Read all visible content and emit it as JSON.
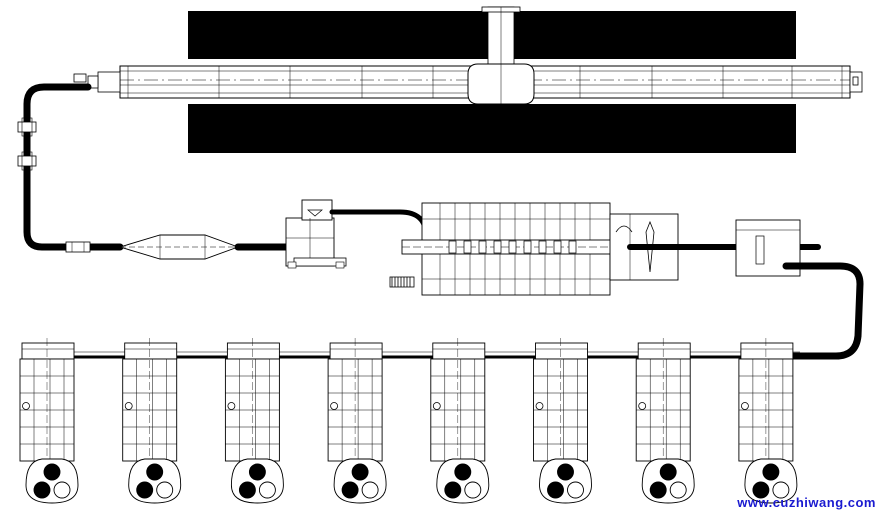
{
  "watermark": {
    "text": "www.cuzhiwang.com",
    "color": "#1a1ad0"
  },
  "colors": {
    "ink": "#000000",
    "fill_dark": "#000000",
    "background": "#ffffff"
  },
  "equipment": {
    "top_panels": 2,
    "filter_units": 8,
    "filter_buttons": [
      "filled",
      "filled",
      "empty"
    ]
  }
}
